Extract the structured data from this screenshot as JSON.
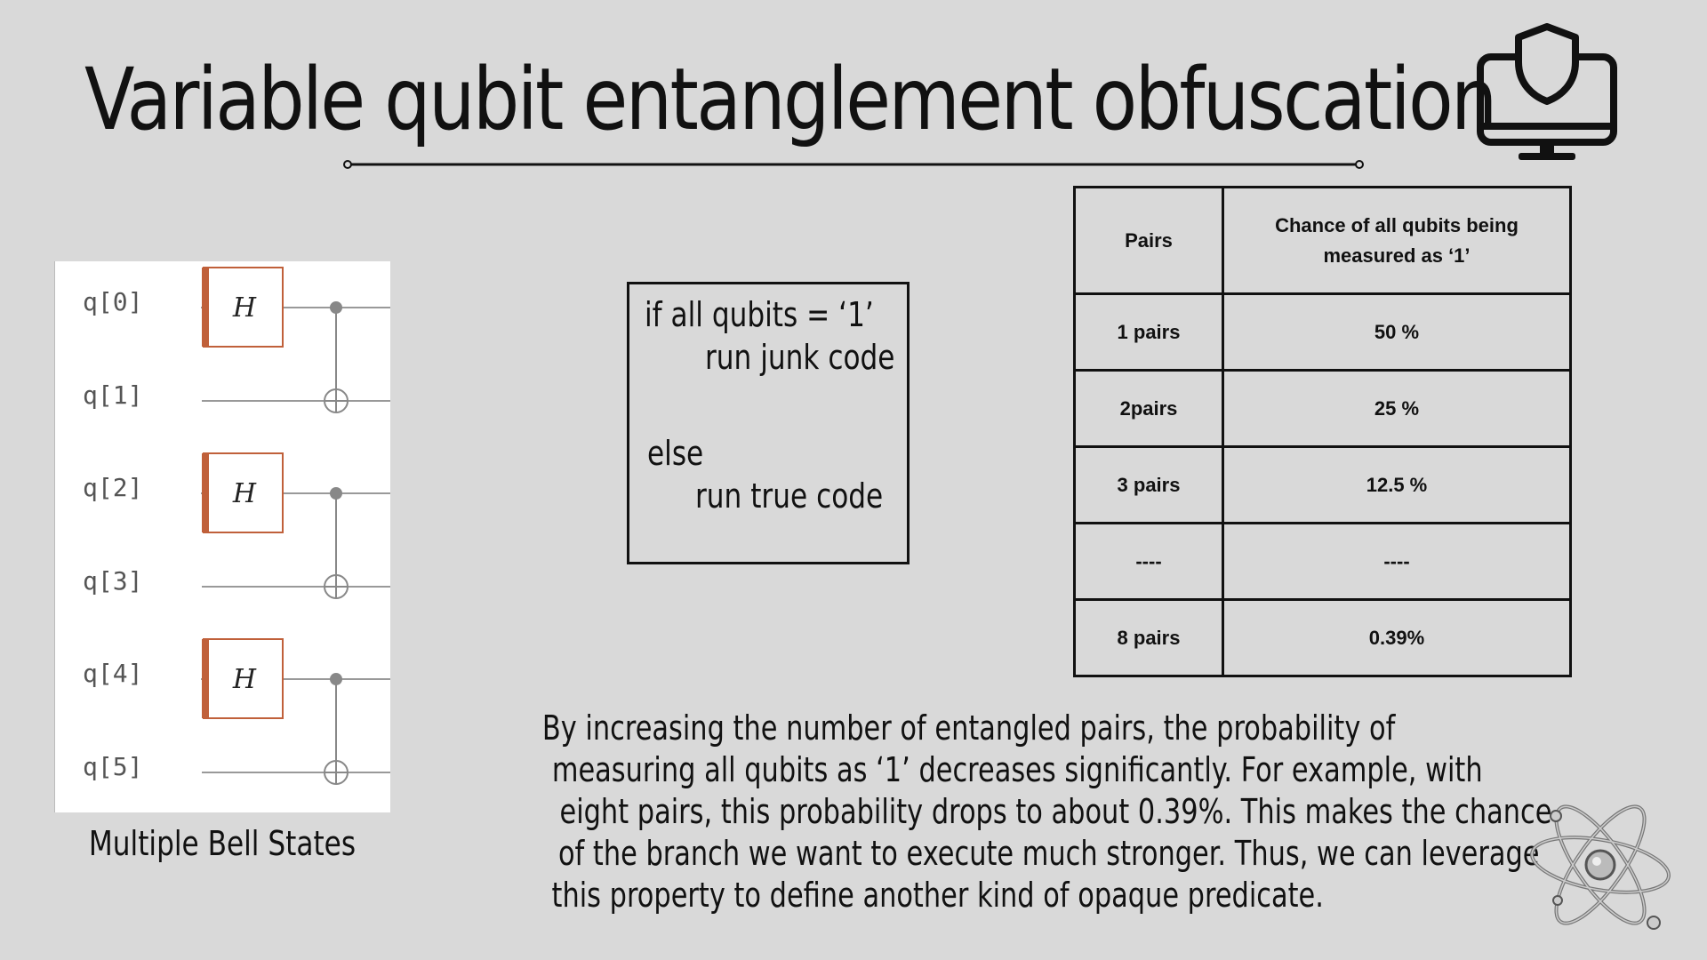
{
  "title": "Variable qubit entanglement obfuscation",
  "icons": {
    "title_icon": "monitor-shield-icon",
    "corner_icon": "atom-icon"
  },
  "circuit": {
    "qubits": [
      "q[0]",
      "q[1]",
      "q[2]",
      "q[3]",
      "q[4]",
      "q[5]"
    ],
    "gate_label": "H",
    "gate_color": "#c0603a",
    "caption": "Multiple Bell States"
  },
  "code": {
    "line1": "if all qubits = ‘1’",
    "line2": "run junk code",
    "line3": "else",
    "line4": "run true code"
  },
  "table": {
    "headers": [
      "Pairs",
      "Chance of all qubits being measured as ‘1’"
    ],
    "rows": [
      [
        "1 pairs",
        "50 %"
      ],
      [
        "2pairs",
        "25 %"
      ],
      [
        "3 pairs",
        "12.5 %"
      ],
      [
        "----",
        "----"
      ],
      [
        "8 pairs",
        "0.39%"
      ]
    ]
  },
  "paragraph": {
    "lines": [
      "By increasing the number of entangled pairs, the probability of",
      "measuring all qubits as ‘1’ decreases significantly. For example, with",
      "eight pairs, this probability drops to about 0.39%. This makes the chance",
      "of the branch we want to execute much stronger. Thus, we can leverage",
      "this property to define another kind of opaque predicate."
    ]
  }
}
